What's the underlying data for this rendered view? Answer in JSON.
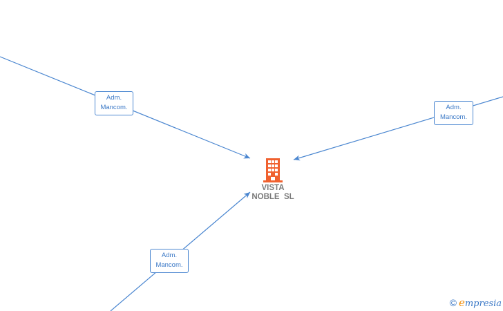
{
  "nodes": {
    "company": {
      "name": "VISTA\nNOBLE  SL",
      "icon": "building-icon",
      "color": "#f0612f"
    }
  },
  "edges": [
    {
      "label_line1": "Adm.",
      "label_line2": "Mancom."
    },
    {
      "label_line1": "Adm.",
      "label_line2": "Mancom."
    },
    {
      "label_line1": "Adm.",
      "label_line2": "Mancom."
    }
  ],
  "watermark": {
    "copyright": "©",
    "brand_initial": "e",
    "brand_rest": "mpresia"
  },
  "colors": {
    "edge": "#4a86d0",
    "label_text": "#3a78c6",
    "company_text": "#7a7a7a",
    "building": "#f0612f"
  }
}
